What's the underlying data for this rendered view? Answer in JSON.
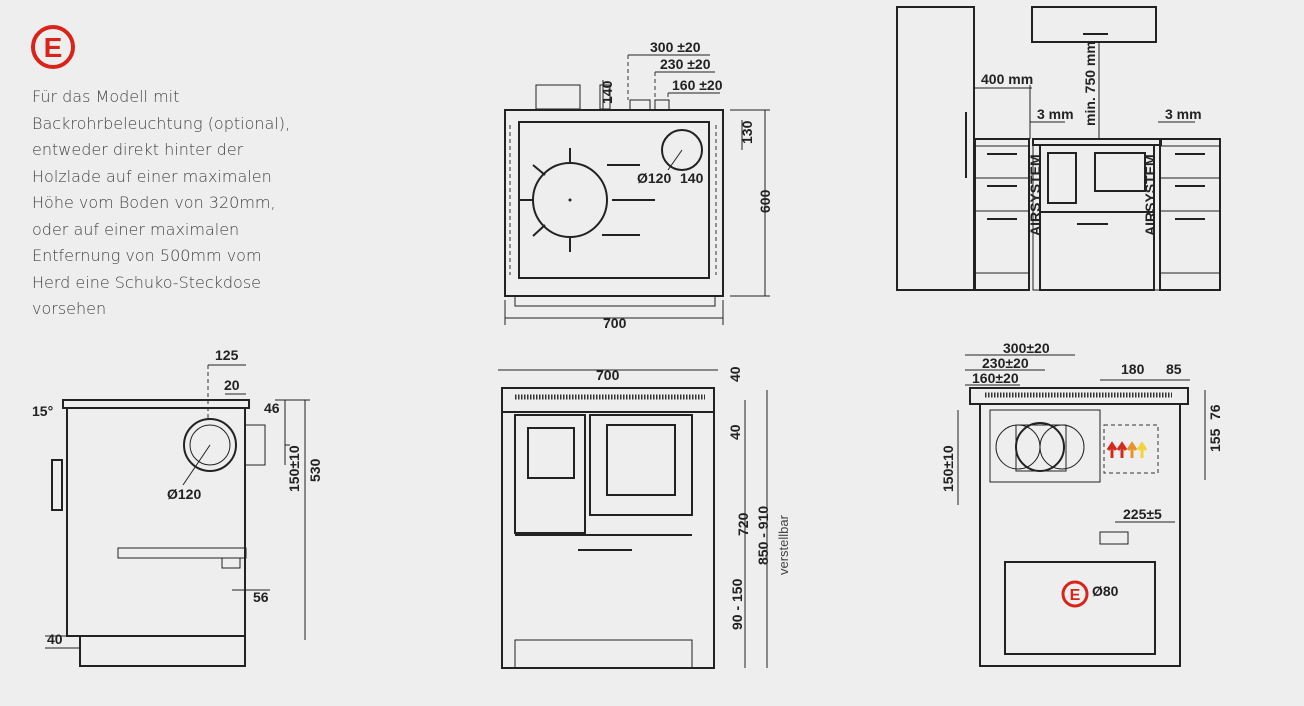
{
  "intro": {
    "marker": "E",
    "lines": [
      "Für das Modell mit",
      "Backrohrbeleuchtung (optional),",
      "entweder direkt hinter der",
      "Holzlade auf einer maximalen",
      "Höhe vom Boden von 320mm,",
      "oder auf einer maximalen",
      "Entfernung von 500mm vom",
      "Herd eine Schuko-Steckdose",
      "vorsehen"
    ]
  },
  "top_view": {
    "d300": "300 ±20",
    "d230": "230 ±20",
    "d160": "160 ±20",
    "d140a": "140",
    "d130": "130",
    "dia": "Ø120",
    "d140b": "140",
    "depth": "600",
    "width": "700"
  },
  "kitchen_view": {
    "gap_tall": "400 mm",
    "gap_left": "3 mm",
    "hood": "min. 750 mm",
    "gap_right": "3 mm",
    "airsystem": "AIRSYSTEM"
  },
  "side_view": {
    "d125": "125",
    "d20": "20",
    "angle": "15°",
    "d46": "46",
    "d150": "150±10",
    "d530": "530",
    "dia": "Ø120",
    "d56": "56",
    "d40": "40"
  },
  "front_view": {
    "width": "700",
    "d40a": "40",
    "d40b": "40",
    "d720": "720",
    "height": "850 - 910",
    "adjustable": "verstellbar",
    "feet": "90 - 150"
  },
  "back_view": {
    "d300": "300±20",
    "d230": "230±20",
    "d160": "160±20",
    "d180": "180",
    "d85": "85",
    "d76": "76",
    "d155": "155",
    "d150": "150±10",
    "d225": "225±5",
    "dia80": "Ø80",
    "marker": "E"
  },
  "colors": {
    "marker_red": "#d9241c",
    "airflow_red": "#d42a1e",
    "airflow_orange": "#e8922a",
    "airflow_yellow": "#f2d33a"
  }
}
